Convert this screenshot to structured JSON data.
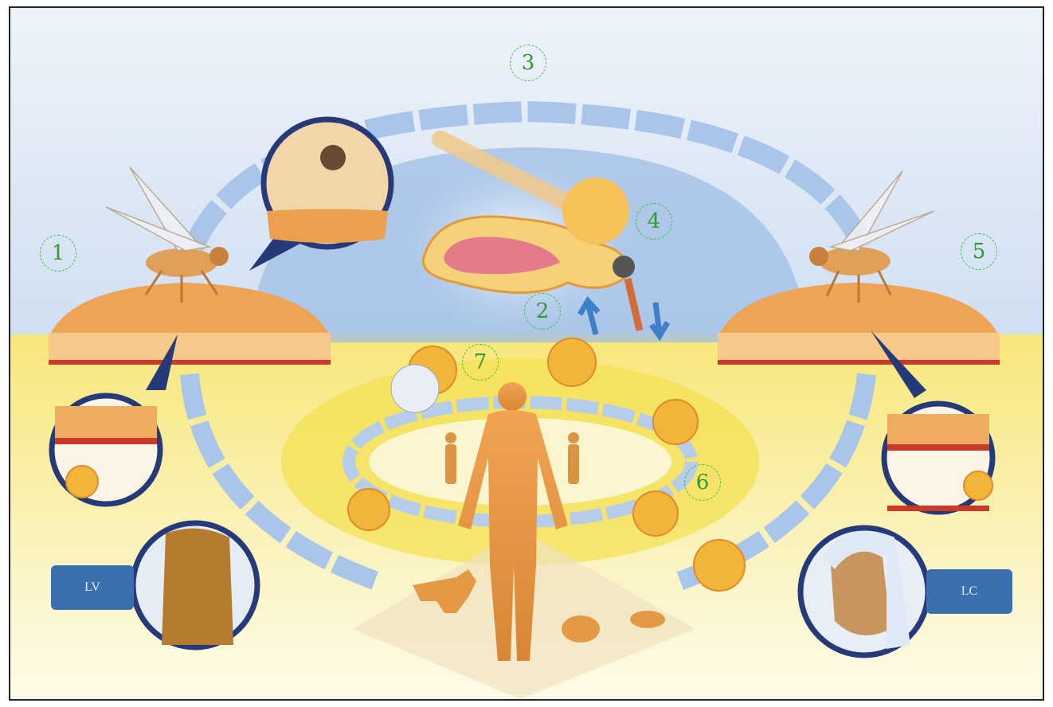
{
  "steps": [
    {
      "id": "1",
      "label": "1"
    },
    {
      "id": "2",
      "label": "2"
    },
    {
      "id": "3",
      "label": "3"
    },
    {
      "id": "4",
      "label": "4"
    },
    {
      "id": "5",
      "label": "5"
    },
    {
      "id": "6",
      "label": "6"
    },
    {
      "id": "7",
      "label": "7"
    }
  ],
  "badges": {
    "left": "LV",
    "right": "LC"
  },
  "colors": {
    "sky": "#d6e3f2",
    "ground": "#f8ec86",
    "cycle_ring": "#a9c6ea",
    "skin": "#e49a45",
    "step_outline": "#3cc23c",
    "badge": "#3a6fb0"
  }
}
